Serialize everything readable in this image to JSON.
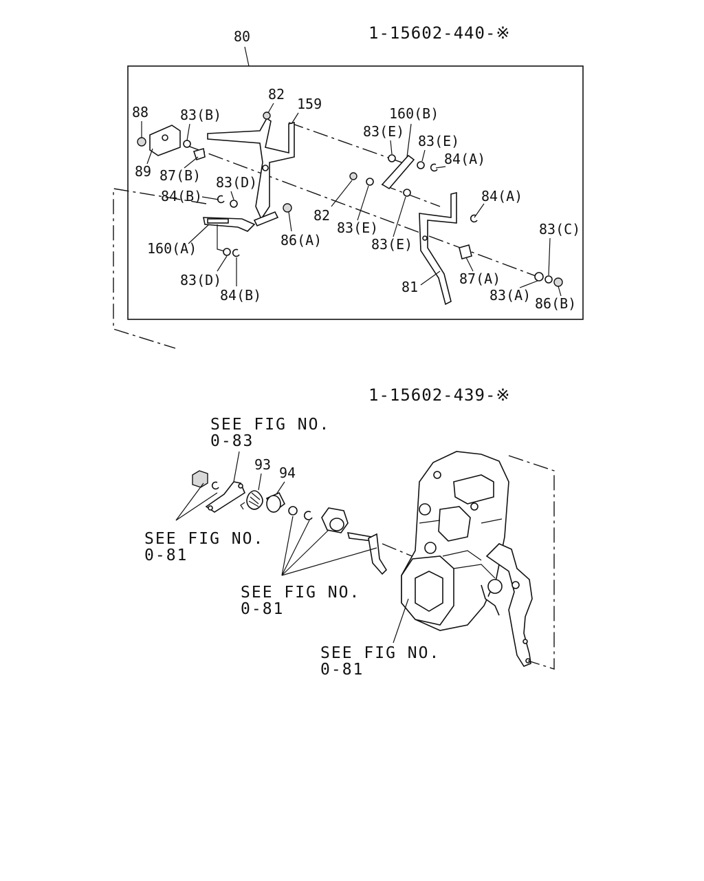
{
  "upper_assembly": {
    "part_number": "1-15602-440-※",
    "callout_main": "80",
    "labels": {
      "p88": "88",
      "p89": "89",
      "p83b": "83(B)",
      "p87b": "87(B)",
      "p82_top": "82",
      "p159": "159",
      "p84b_top": "84(B)",
      "p83d_top": "83(D)",
      "p160a": "160(A)",
      "p83d_bot": "83(D)",
      "p84b_bot": "84(B)",
      "p86a": "86(A)",
      "p160b": "160(B)",
      "p83e_1": "83(E)",
      "p83e_2": "83(E)",
      "p84a_1": "84(A)",
      "p82_mid": "82",
      "p83e_3": "83(E)",
      "p83e_4": "83(E)",
      "p84a_2": "84(A)",
      "p83c": "83(C)",
      "p87a": "87(A)",
      "p81": "81",
      "p83a": "83(A)",
      "p86b": "86(B)"
    }
  },
  "lower_assembly": {
    "part_number": "1-15602-439-※",
    "callouts": {
      "p93": "93",
      "p94": "94"
    },
    "references": {
      "ref_083": {
        "line1": "SEE FIG NO.",
        "line2": "0-83"
      },
      "ref_081_left": {
        "line1": "SEE FIG NO.",
        "line2": "0-81"
      },
      "ref_081_mid": {
        "line1": "SEE FIG NO.",
        "line2": "0-81"
      },
      "ref_081_bottom": {
        "line1": "SEE FIG NO.",
        "line2": "0-81"
      }
    }
  }
}
